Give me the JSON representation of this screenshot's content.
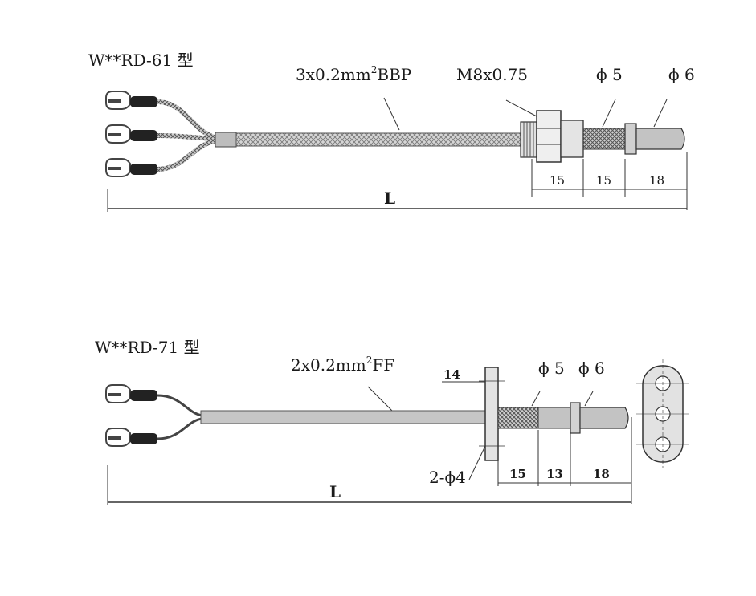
{
  "diagram_61": {
    "model_label": "W**RD-61 型",
    "cable_label_main": "3x0.2mm",
    "cable_label_sup": "2",
    "cable_label_suffix": "BBP",
    "thread_label": "M8x0.75",
    "dia_small_label": "ϕ 5",
    "dia_large_label": "ϕ 6",
    "dim_1": "15",
    "dim_2": "15",
    "dim_3": "18",
    "length_label": "L"
  },
  "diagram_71": {
    "model_label": "W**RD-71 型",
    "cable_label_main": "2x0.2mm",
    "cable_label_sup": "2",
    "cable_label_suffix": "FF",
    "flange_thickness_label": "14",
    "holes_label": "2-ϕ4",
    "dia_small_label": "ϕ 5",
    "dia_large_label": "ϕ 6",
    "dim_1": "15",
    "dim_2": "13",
    "dim_3": "18",
    "length_label": "L"
  },
  "colors": {
    "line": "#333333",
    "sheath": "#c8c8c8",
    "braid": "#9a9a9a",
    "insulator": "#222222",
    "lug": "#555555"
  }
}
